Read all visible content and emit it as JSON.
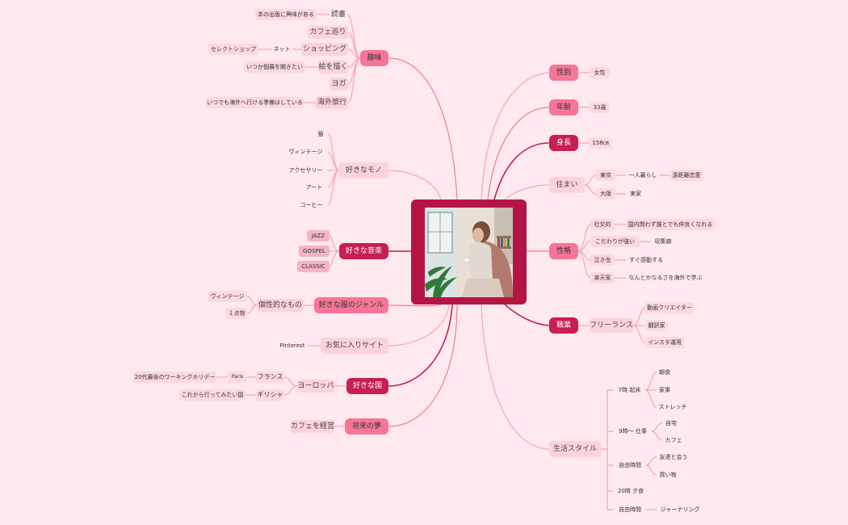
{
  "left": {
    "hobby": {
      "label": "趣味",
      "items": {
        "reading": "読書",
        "reading_note": "本の出版に興味がある",
        "cafe": "カフェ巡り",
        "shopping": "ショッピング",
        "net": "ネット",
        "select_shop": "セレクトショップ",
        "painting": "絵を描く",
        "painting_note": "いつか個展を開きたい",
        "yoga": "ヨガ",
        "travel": "海外旅行",
        "travel_note": "いつでも海外へ行ける準備はしている"
      }
    },
    "things": {
      "label": "好きなモノ",
      "items": [
        "猫",
        "ヴィンテージ",
        "アクセサリー",
        "アート",
        "コーヒー"
      ]
    },
    "music": {
      "label": "好きな音楽",
      "items": [
        "JAZZ",
        "GOSPEL",
        "CLASSIC"
      ]
    },
    "fashion": {
      "label": "好きな服のジャンル",
      "item": "個性的なもの",
      "subs": [
        "ヴィンテージ",
        "１点物"
      ]
    },
    "site": {
      "label": "お気に入りサイト",
      "item": "Pinterest"
    },
    "country": {
      "label": "好きな国",
      "europe": "ヨーロッパ",
      "france": "フランス",
      "paris": "Paris",
      "france_note": "20代最後のワーキングホリデー",
      "greece": "ギリシャ",
      "greece_note": "これから行ってみたい国"
    },
    "dream": {
      "label": "将来の夢",
      "item": "カフェを経営"
    }
  },
  "right": {
    "gender": {
      "label": "性別",
      "value": "女性"
    },
    "age": {
      "label": "年齢",
      "value": "33歳"
    },
    "height": {
      "label": "身長",
      "value": "158㎝"
    },
    "home": {
      "label": "住まい",
      "tokyo": "東京",
      "tokyo_sub": "一人暮らし",
      "tokyo_sub2": "遠距離恋愛",
      "osaka": "大阪",
      "osaka_sub": "実家"
    },
    "personality": {
      "label": "性格",
      "rows": [
        {
          "k": "社交的",
          "v": "国内問わず誰とでも仲良くなれる"
        },
        {
          "k": "こだわりが強い",
          "v": "収集癖"
        },
        {
          "k": "泣き虫",
          "v": "すぐ感動する"
        },
        {
          "k": "楽天家",
          "v": "なんとかなるさを海外で学ぶ"
        }
      ]
    },
    "job": {
      "label": "職業",
      "item": "フリーランス",
      "subs": [
        "動画クリエイター",
        "翻訳家",
        "インスタ運用"
      ]
    },
    "life": {
      "label": "生活スタイル",
      "wake": "7時 起床",
      "wake_subs": [
        "朝食",
        "家事",
        "ストレッチ"
      ],
      "work": "9時～ 仕事",
      "work_subs": [
        "自宅",
        "カフェ"
      ],
      "free1": "自由時間",
      "free1_subs": [
        "友達と会う",
        "買い物"
      ],
      "dinner": "20時 夕食",
      "free2": "自由時間",
      "free2_sub": "ジャーナリング"
    }
  },
  "colors": {
    "background": "#fde9ee",
    "center": "#b51545",
    "dark_node": "#c81e52",
    "mid_node": "#f77596",
    "light_node": "#fcd2dc"
  }
}
